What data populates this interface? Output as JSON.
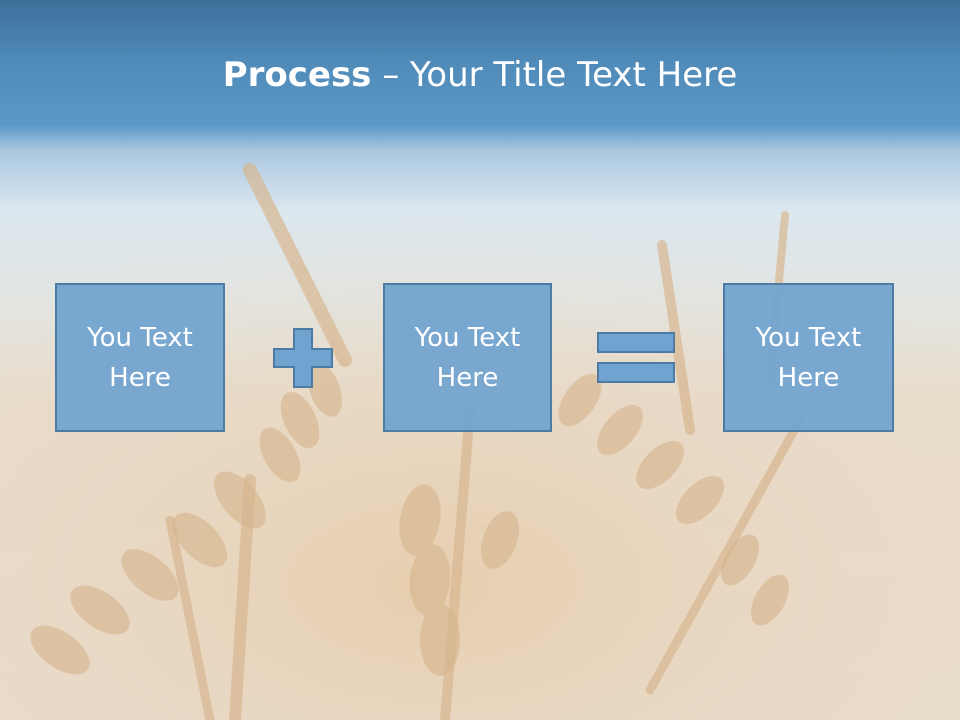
{
  "slide": {
    "title_bold": "Process",
    "title_rest": " – Your Title Text Here",
    "boxes": [
      {
        "text": "You Text Here"
      },
      {
        "text": "You Text Here"
      },
      {
        "text": "You Text Here"
      }
    ],
    "operators": {
      "plus": "plus-icon",
      "equals": "equals-icon"
    }
  },
  "colors": {
    "header_blue": "#4f8ab8",
    "box_fill": "#70a3cf",
    "box_border": "#4d7ba3",
    "text": "#ffffff"
  }
}
